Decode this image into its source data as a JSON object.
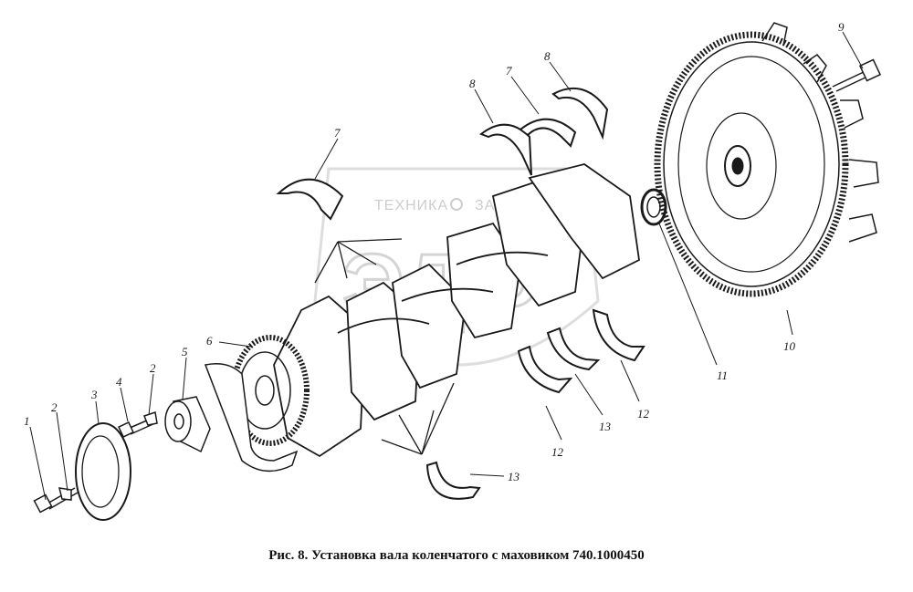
{
  "caption": "Рис. 8. Установка вала коленчатого с маховиком 740.1000450",
  "watermark": {
    "left": "ТЕХНИКА",
    "right": "ЗАПЧАСТИ",
    "big": "ЭДФ"
  },
  "callouts": [
    {
      "id": "c1",
      "text": "1"
    },
    {
      "id": "c2a",
      "text": "2"
    },
    {
      "id": "c3",
      "text": "3"
    },
    {
      "id": "c4",
      "text": "4"
    },
    {
      "id": "c2b",
      "text": "2"
    },
    {
      "id": "c5",
      "text": "5"
    },
    {
      "id": "c6",
      "text": "6"
    },
    {
      "id": "c7a",
      "text": "7"
    },
    {
      "id": "c8a",
      "text": "8"
    },
    {
      "id": "c7b",
      "text": "7"
    },
    {
      "id": "c8b",
      "text": "8"
    },
    {
      "id": "c9",
      "text": "9"
    },
    {
      "id": "c10",
      "text": "10"
    },
    {
      "id": "c11",
      "text": "11"
    },
    {
      "id": "c12a",
      "text": "12"
    },
    {
      "id": "c13a",
      "text": "13"
    },
    {
      "id": "c12b",
      "text": "12"
    },
    {
      "id": "c13b",
      "text": "13"
    }
  ]
}
